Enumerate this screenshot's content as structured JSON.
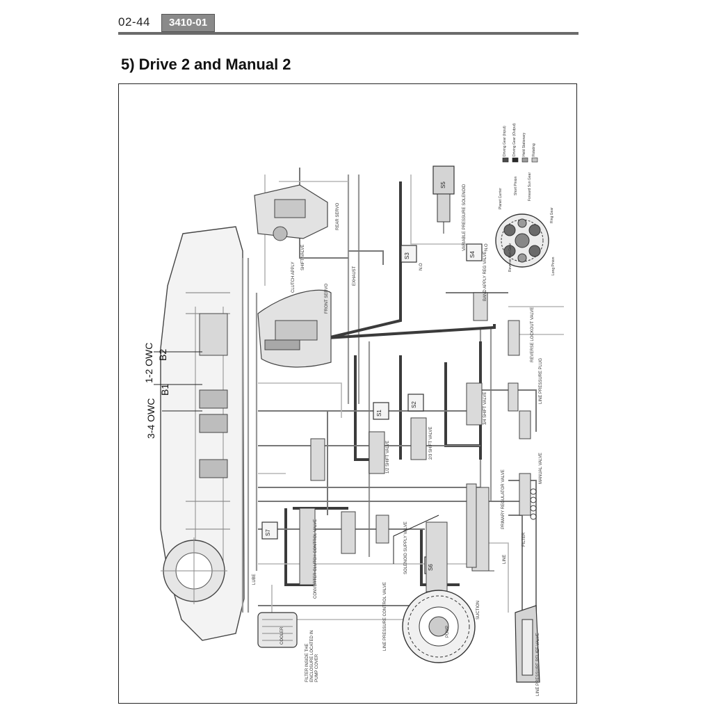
{
  "header": {
    "page_number": "02-44",
    "section_code": "3410-01"
  },
  "title": "5) Drive 2 and Manual 2",
  "diagram": {
    "callouts": {
      "owc_12": "1-2 OWC",
      "b2": "B2",
      "b1": "B1",
      "owc_34": "3-4 OWC"
    },
    "solenoids": [
      "S1",
      "S2",
      "S3",
      "S4",
      "S5",
      "S6",
      "S7"
    ],
    "normally_open": "N.O",
    "valve_labels": {
      "rear_servo": "REAR SERVO",
      "shift_valve": "SHIFT VALVE",
      "front_servo": "FRONT SERVO",
      "variable_pressure_solenoid": "VARIABLE PRESSURE SOLENOID",
      "band_apply_reg_valve": "BAND APPLY REG VALVE",
      "reverse_lockout_valve": "REVERSE LOCKOUT VALVE",
      "line_pressure_plug": "LINE PRESSURE PLUG",
      "manual_valve": "MANUAL VALVE",
      "primary_regulator_valve": "PRIMARY REGULATOR VALVE",
      "line_pressure_relief_valve": "LINE PRESSURE RELIEF VALVE",
      "line_pressure_control_valve": "LINE PRESSURE CONTROL VALVE",
      "solenoid_supply_valve": "SOLENOID SUPPLY VALVE",
      "converter_clutch_control_valve": "CONVERTER CLUTCH CONTROL VALVE",
      "filter_note": "FILTER INSIDE THE ENCLOSURE LOCATED IN PUMP COVER",
      "cooler": "COOLER",
      "pump": "PUMP",
      "suction": "SUCTION",
      "filter": "FILTER",
      "line": "LINE",
      "shift_12": "1/2 SHIFT VALVE",
      "shift_23": "2/3 SHIFT VALVE",
      "shift_34": "3/4 SHIFT VALVE",
      "lube": "LUBE",
      "clutch_apply": "CLUTCH APPLY",
      "exhaust": "EXHAUST"
    },
    "legend": {
      "items": [
        {
          "label": "Driving Gear (Input)",
          "color": "#4a4a4a"
        },
        {
          "label": "Driving Gear (Output)",
          "color": "#2a2a2a"
        },
        {
          "label": "Held Stationary",
          "color": "#9a9a9a"
        },
        {
          "label": "Rotating",
          "color": "#c4c4c4"
        }
      ],
      "gear_labels": [
        "Planet Carrier",
        "Short Pinion",
        "Forward Sun Gear",
        "Ring Gear",
        "Long Pinion",
        "Reverse Sun Gear"
      ]
    }
  }
}
